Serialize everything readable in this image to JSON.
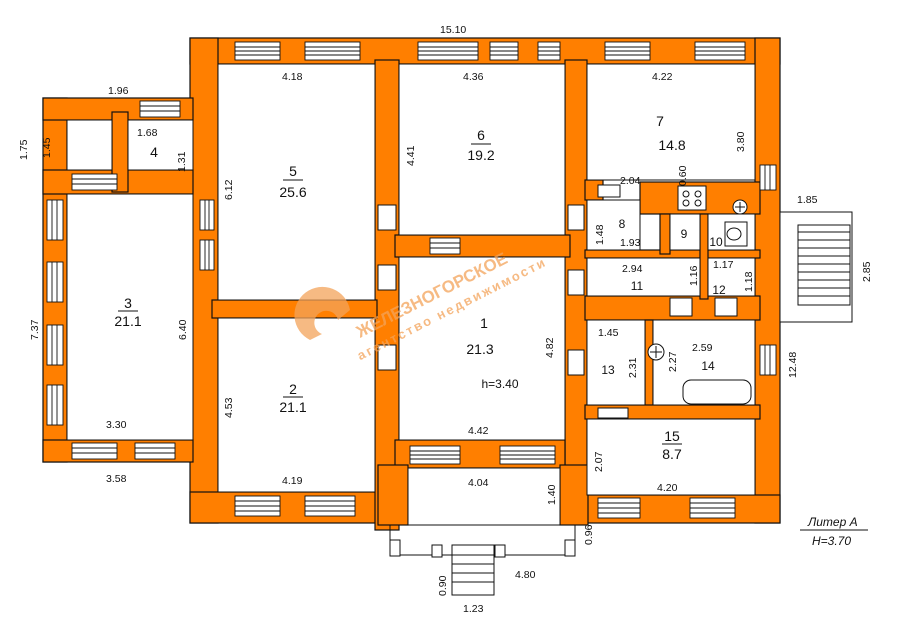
{
  "colors": {
    "wall": "#ff7f00",
    "line": "#111111",
    "window": "#ffffff",
    "watermark": "#f3a35a"
  },
  "dims": {
    "total_width": "15.10",
    "r4_top": "1.96",
    "r4_side_outer": "1.75",
    "r4_side_inner": "1.45",
    "r4_width": "1.68",
    "r4_height": "1.31",
    "r5_top": "4.18",
    "r5_height": "6.12",
    "r6_top": "4.36",
    "r6_height": "4.41",
    "r7_top": "4.22",
    "r7_height": "3.80",
    "k_small_a": "2.04",
    "k_small_b": "0.60",
    "r8_w": "1.93",
    "r8_h": "1.48",
    "r11_w": "2.94",
    "r11_h": "1.16",
    "r12_w": "1.17",
    "r12_h": "1.18",
    "r3_height_outer": "7.37",
    "r3_height_inner": "6.40",
    "r3_bottom_inner": "3.30",
    "r3_bottom_outer": "3.58",
    "r2_height": "4.53",
    "r2_bottom": "4.19",
    "r1_height": "4.82",
    "r1_bottom_inner": "4.42",
    "r1_bottom_outer": "4.04",
    "r13_w": "1.45",
    "r13_h": "2.31",
    "r14_w": "2.59",
    "r14_h": "2.27",
    "r15_h": "2.07",
    "r15_bottom": "4.20",
    "right_side": "12.48",
    "stair_w": "1.85",
    "stair_h": "2.85",
    "porch_depth": "1.40",
    "porch_side": "0.96",
    "porch_front": "4.80",
    "step_w": "1.23",
    "step_d": "0.90"
  },
  "rooms": {
    "r1": {
      "num": "1",
      "area": "21.3",
      "height": "h=3.40"
    },
    "r2": {
      "num": "2",
      "area": "21.1"
    },
    "r3": {
      "num": "3",
      "area": "21.1"
    },
    "r4": {
      "num": "4"
    },
    "r5": {
      "num": "5",
      "area": "25.6"
    },
    "r6": {
      "num": "6",
      "area": "19.2"
    },
    "r7": {
      "num": "7",
      "area": "14.8"
    },
    "r8": {
      "num": "8"
    },
    "r9": {
      "num": "9"
    },
    "r10": {
      "num": "10"
    },
    "r11": {
      "num": "11"
    },
    "r12": {
      "num": "12"
    },
    "r13": {
      "num": "13"
    },
    "r14": {
      "num": "14"
    },
    "r15": {
      "num": "15",
      "area": "8.7"
    }
  },
  "watermark": {
    "line1": "ЖЕЛЕЗНОГОРСКОЕ",
    "line2": "агентство недвижимости"
  },
  "legend": {
    "litera": "Литер А",
    "height": "Н=3.70"
  }
}
